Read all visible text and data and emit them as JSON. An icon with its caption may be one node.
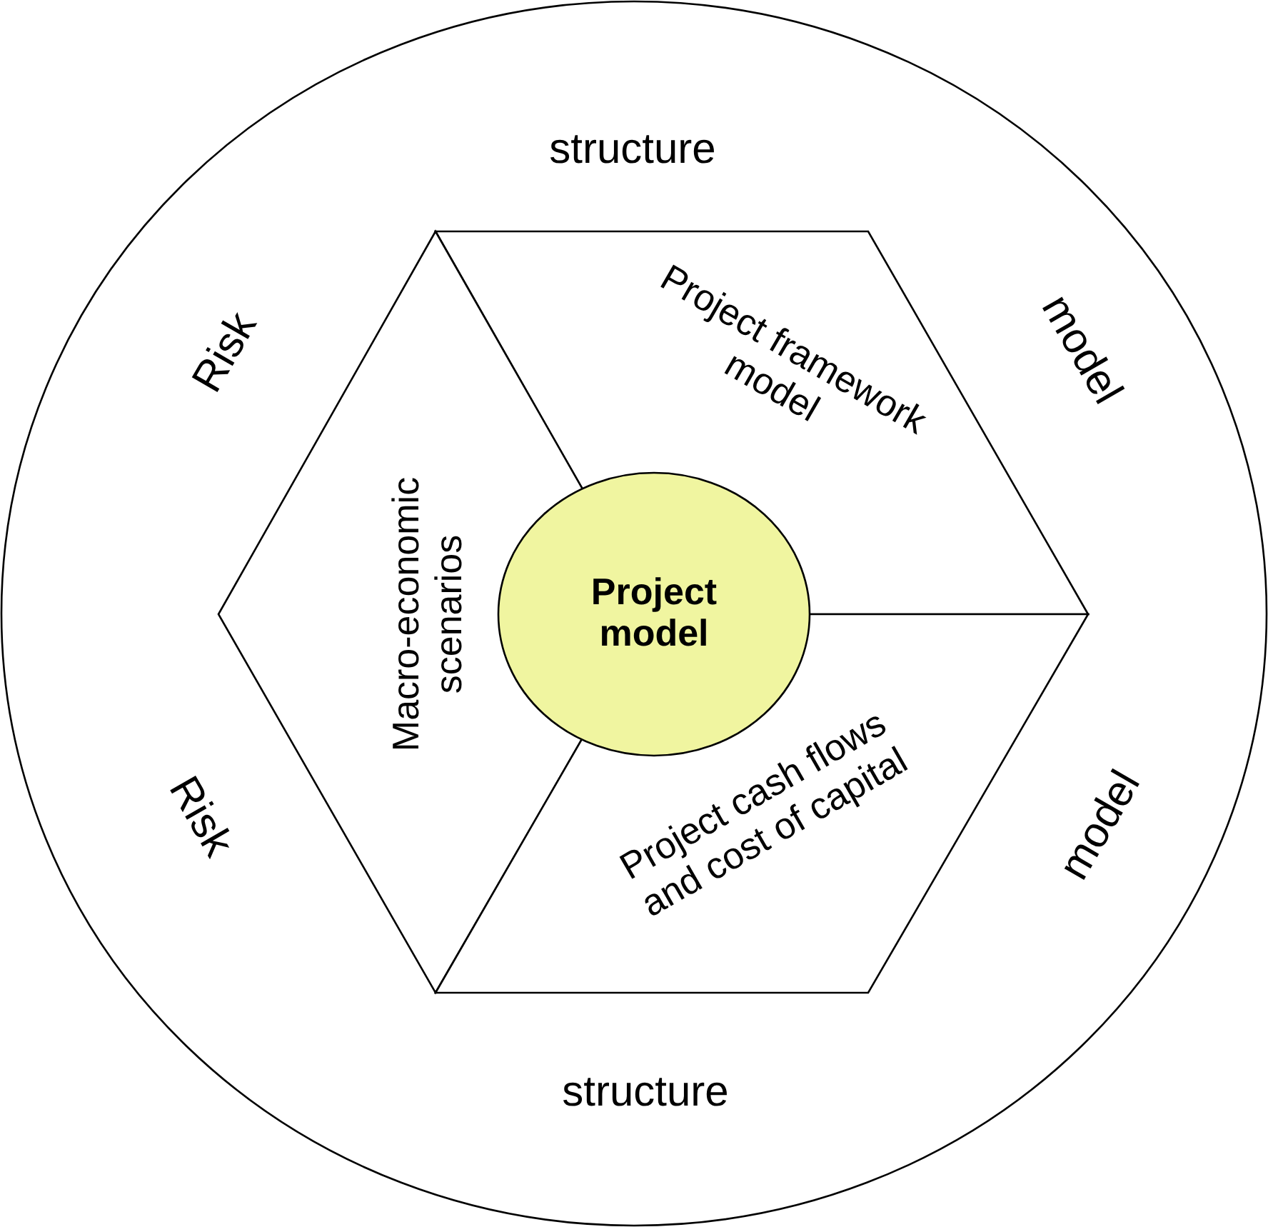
{
  "diagram": {
    "nodes": [
      {
        "text": [
          "structure",
          "Risk",
          "model",
          "Risk",
          "model",
          "structure"
        ]
      },
      {
        "text": [
          "Project framework model"
        ],
        "in": 0
      },
      {
        "text": [
          "Macro-economic scenarios"
        ],
        "in": 0
      },
      {
        "text": [
          "Project cash flows and cost of capital"
        ],
        "in": 0
      },
      {
        "text": [
          "Project model"
        ],
        "in": 0
      }
    ],
    "edges": []
  }
}
